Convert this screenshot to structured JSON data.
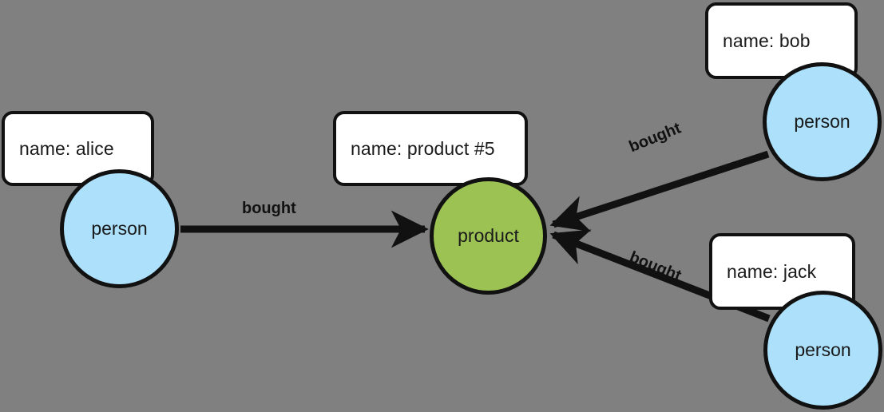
{
  "diagram": {
    "type": "property-graph",
    "background_color": "#808080",
    "node_fill_person": "#ace0fb",
    "node_fill_product": "#9cc253",
    "stroke_color": "#111111",
    "nodes": [
      {
        "id": "alice",
        "label": "person",
        "property": "name: alice",
        "kind": "person"
      },
      {
        "id": "product5",
        "label": "product",
        "property": "name: product #5",
        "kind": "product"
      },
      {
        "id": "bob",
        "label": "person",
        "property": "name: bob",
        "kind": "person"
      },
      {
        "id": "jack",
        "label": "person",
        "property": "name: jack",
        "kind": "person"
      }
    ],
    "edges": [
      {
        "id": "alice-bought",
        "from": "alice",
        "to": "product5",
        "label": "bought"
      },
      {
        "id": "bob-bought",
        "from": "bob",
        "to": "product5",
        "label": "bought"
      },
      {
        "id": "jack-bought",
        "from": "jack",
        "to": "product5",
        "label": "bought"
      }
    ]
  }
}
